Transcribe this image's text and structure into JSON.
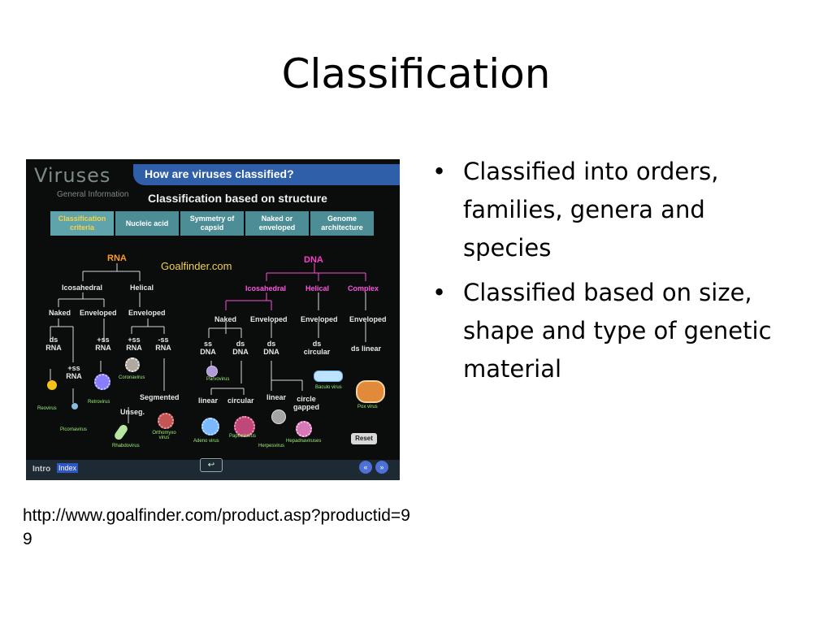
{
  "slide": {
    "title": "Classification",
    "bullets": [
      "Classified into orders, families, genera and species",
      "Classified based on size, shape and type of genetic material"
    ],
    "source_url": "http://www.goalfinder.com/product.asp?productid=99"
  },
  "screenshot": {
    "brand": "Viruses",
    "brand_sub": "General Information",
    "question": "How are viruses classified?",
    "subtitle": "Classification based on structure",
    "criteria": [
      "Classification criteria",
      "Nucleic acid",
      "Symmetry of capsid",
      "Naked or enveloped",
      "Genome architecture"
    ],
    "site": "Goalfinder.com",
    "rna": {
      "label": "RNA",
      "icosahedral": "Icosahedral",
      "helical": "Helical",
      "naked": "Naked",
      "enveloped": "Enveloped",
      "enveloped2": "Enveloped",
      "ds_rna": "ds RNA",
      "pss_rna": "+ss RNA",
      "pss_rna2": "+ss RNA",
      "pss_rna3": "+ss RNA",
      "mss_rna": "-ss RNA",
      "segmented": "Segmented",
      "unseg": "Unseg.",
      "reovirus": "Reovirus",
      "picornavirus": "Picornavirus",
      "retrovirus": "Retrovirus",
      "coronavirus": "Coronavirus",
      "orthomyxo": "Orthomyxo virus",
      "rhabdovirus": "Rhabdovirus"
    },
    "dna": {
      "label": "DNA",
      "icosahedral": "Icosahedral",
      "helical": "Helical",
      "complex": "Complex",
      "naked": "Naked",
      "enveloped": "Enveloped",
      "enveloped2": "Enveloped",
      "enveloped3": "Enveloped",
      "ss_dna": "ss DNA",
      "ds_dna": "ds DNA",
      "ds_dna2": "ds DNA",
      "ds_circular": "ds circular",
      "ds_linear": "ds linear",
      "linear": "linear",
      "circular": "circular",
      "linear2": "linear",
      "circle_gapped": "circle gapped",
      "parvovirus": "Parvovirus",
      "adenovirus": "Adeno virus",
      "papovavirus": "Papovavirus",
      "herpesvirus": "Herpesvirus",
      "hepadnavirus": "Hepadnaviruses",
      "baculovirus": "Baculo virus",
      "poxvirus": "Pox virus"
    },
    "reset": "Reset",
    "intro": "Intro",
    "index": "Index",
    "prev": "«",
    "next": "»",
    "back": "↩"
  }
}
